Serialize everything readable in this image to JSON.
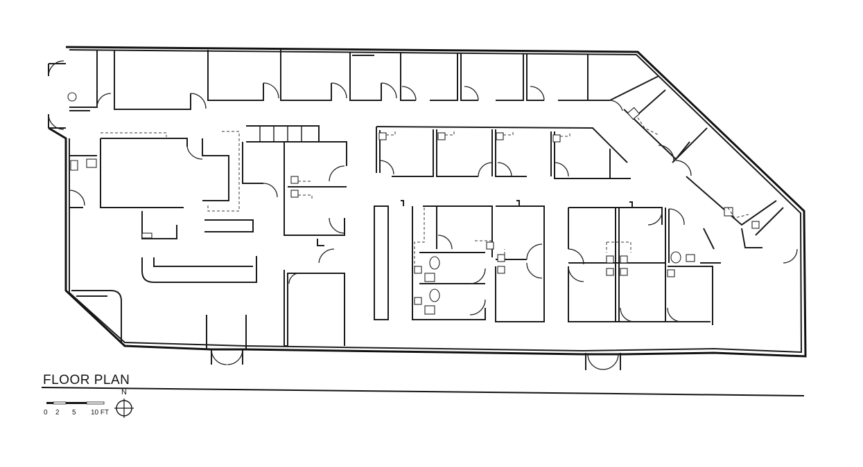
{
  "plan": {
    "title": "FLOOR PLAN",
    "north_label": "N",
    "scale_labels": [
      "0",
      "2",
      "5",
      "10 FT"
    ]
  },
  "colors": {
    "line": "#1a1a1a",
    "background": "#ffffff"
  }
}
